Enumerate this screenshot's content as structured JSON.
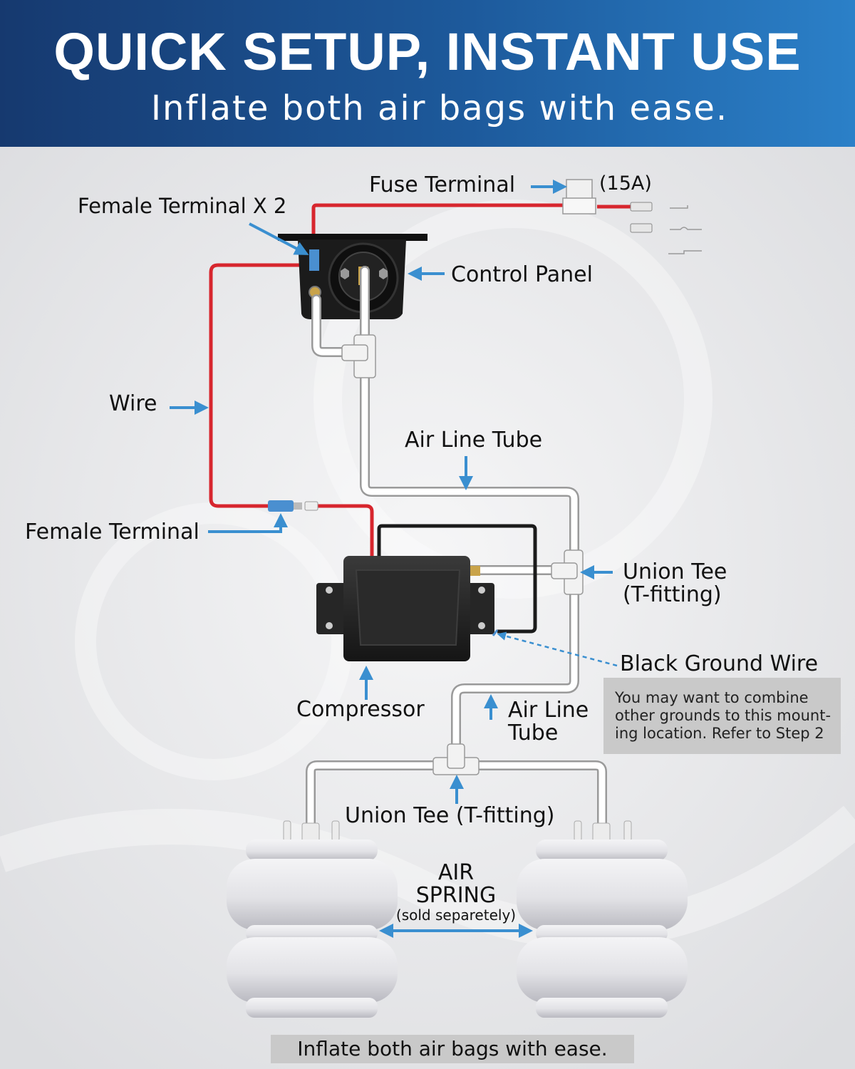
{
  "header": {
    "title": "QUICK SETUP, INSTANT USE",
    "subtitle": "Inflate both air bags with ease."
  },
  "labels": {
    "fuse_terminal": "Fuse Terminal",
    "fuse_rating": "(15A)",
    "female_terminal_x2": "Female Terminal X 2",
    "control_panel": "Control Panel",
    "wire": "Wire",
    "air_line_tube_top": "Air Line Tube",
    "female_terminal": "Female Terminal",
    "union_tee_right_1": "Union Tee",
    "union_tee_right_2": "(T-fitting)",
    "black_ground_wire": "Black Ground Wire",
    "compressor": "Compressor",
    "air_line_tube_bottom_1": "Air Line",
    "air_line_tube_bottom_2": "Tube",
    "union_tee_bottom": "Union Tee (T-fitting)",
    "air_spring_1": "AIR",
    "air_spring_2": "SPRING",
    "air_spring_note": "(sold separetely)"
  },
  "note": {
    "line1": "You may want to combine",
    "line2": "other grounds to this mount-",
    "line3": "ing location. Refer to Step 2"
  },
  "footer": {
    "text": "Inflate both air bags with ease."
  },
  "colors": {
    "banner_dark": "#16396f",
    "banner_light": "#2b80c8",
    "wire_red": "#d7262e",
    "arrow_blue": "#3a8fd0",
    "note_gray": "#c9c9c9"
  }
}
